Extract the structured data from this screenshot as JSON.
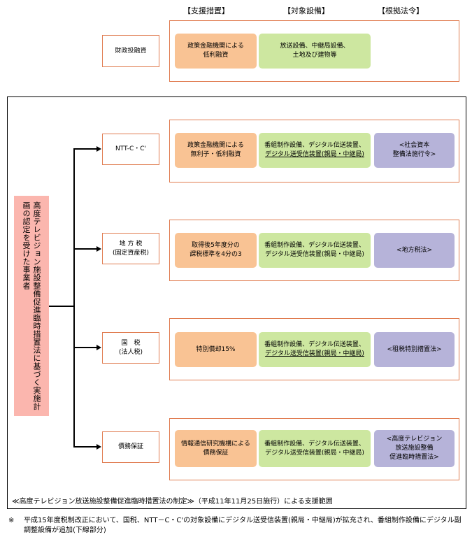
{
  "headers": {
    "support": "【支援措置】",
    "equipment": "【対象設備】",
    "law": "【根拠法令】"
  },
  "top": {
    "label": "財政投融資",
    "support": "政策金融機関による\n低利融資",
    "equipment": "放送設備、中継局設備、\n土地及び建物等"
  },
  "left_label": "高度テレビジョン施設整備促進臨時措置法に基づく実施計画の認定を受けた事業者",
  "rows": [
    {
      "label": "NTT-C・C'",
      "support": "政策金融機関による\n無利子・低利融資",
      "equip_line1": "番組制作設備、デジタル伝送装置、",
      "equip_line2": "デジタル送受信装置(親局・中継局)",
      "law": "<社会資本\n整備法施行令>"
    },
    {
      "label": "地 方 税\n(固定資産税)",
      "support": "取得後5年度分の\n課税標準を4分の3",
      "equip_line1": "番組制作設備、デジタル伝送装置、",
      "equip_line2": "デジタル送受信装置(親局・中継局)",
      "law": "<地方税法>"
    },
    {
      "label": "国　税\n(法人税)",
      "support": "特別償却15%",
      "equip_line1": "番組制作設備、デジタル伝送装置、",
      "equip_line2": "デジタル送受信装置(親局・中継局)",
      "law": "<租税特別措置法>"
    },
    {
      "label": "債務保証",
      "support": "情報通信研究機構による\n債務保証",
      "equip_line1": "番組制作設備、デジタル伝送装置、",
      "equip_line2": "デジタル送受信装置(親局・中継局)",
      "law": "<高度テレビジョン\n放送施設整備\n促進臨時措置法>"
    }
  ],
  "caption": "≪高度テレビジョン放送施設整備促進臨時措置法の制定≫（平成11年11月25日施行）による支援範囲",
  "footnote_mark": "※",
  "footnote": "平成15年度税制改正において、国税、NTT－C・C'の対象設備にデジタル送受信装置(親局・中継局)が拡充され、番組制作設備にデジタル副調整設備が追加(下線部分)",
  "colors": {
    "orange": "#f9c394",
    "green": "#cde7a0",
    "purple": "#b6b3d9",
    "pink": "#fbb6ae",
    "frame": "#e07c50"
  }
}
